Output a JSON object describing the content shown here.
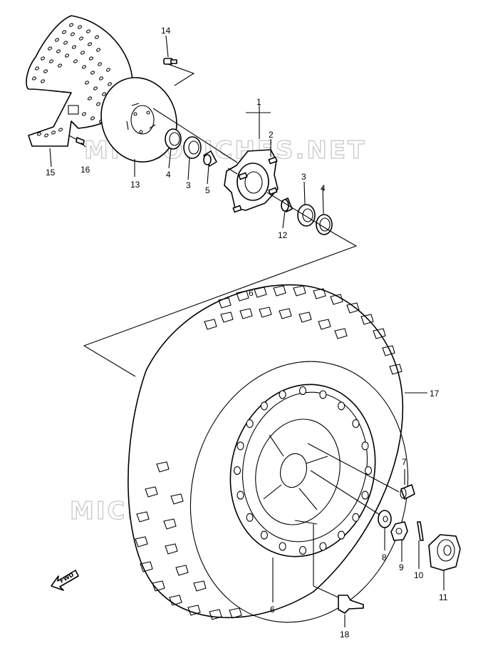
{
  "watermark": "MICROFICHES.NET",
  "fwd_label": "FWD",
  "callouts": {
    "c1": "1",
    "c2": "2",
    "c3a": "3",
    "c3b": "3",
    "c4a": "4",
    "c4b": "4",
    "c5": "5",
    "c6": "6",
    "c6b": "6",
    "c7": "7",
    "c8": "8",
    "c9": "9",
    "c10": "10",
    "c11": "11",
    "c12": "12",
    "c13": "13",
    "c14": "14",
    "c15": "15",
    "c16": "16",
    "c17": "17",
    "c18": "18"
  }
}
